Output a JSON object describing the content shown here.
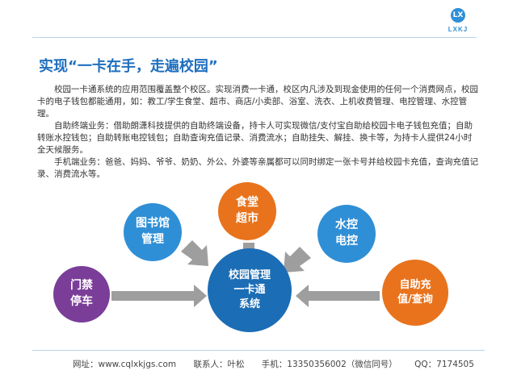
{
  "logo": {
    "mark": "LX",
    "text": "LXKJ"
  },
  "title": "实现“一卡在手，走遍校园”",
  "paragraphs": [
    "校园一卡通系统的应用范围覆盖整个校区。实现消费一卡通，校区内凡涉及到现金使用的任何一个消费网点，校园卡的电子钱包都能通用，如：教工/学生食堂、超市、商店/小卖部、浴室、洗衣、上机收费管理、电控管理、水控管理。",
    "自助终端业务：借助朗潇科技提供的自助终端设备，持卡人可实现微信/支付宝自助给校园卡电子钱包充值；自助转账水控钱包；自助转账电控钱包；自助查询充值记录、消费流水；自助挂失、解挂、换卡等，为持卡人提供24小时全天候服务。",
    "手机端业务：爸爸、妈妈、爷爷、奶奶、外公、外婆等亲属都可以同时绑定一张卡号并给校园卡充值，查询充值记录、消费流水等。"
  ],
  "nodes": {
    "library": [
      "图书馆",
      "管理"
    ],
    "canteen": [
      "食堂",
      "超市"
    ],
    "water": [
      "水控",
      "电控"
    ],
    "gate": [
      "门禁",
      "停车"
    ],
    "self_service": [
      "自助充",
      "值/查询"
    ],
    "center": [
      "校园管理",
      "一卡通",
      "系统"
    ]
  },
  "footer": {
    "website": "网址：www.cqlxkjgs.com",
    "contact": "联系人：叶松",
    "phone": "手机：13350356002（微信同号）",
    "qq": "QQ：7174505"
  },
  "colors": {
    "blue": "#2f8fd6",
    "orange": "#e8731c",
    "purple": "#7a3d98",
    "dark_blue": "#1b6db5",
    "arrow": "#9e9e9e"
  }
}
